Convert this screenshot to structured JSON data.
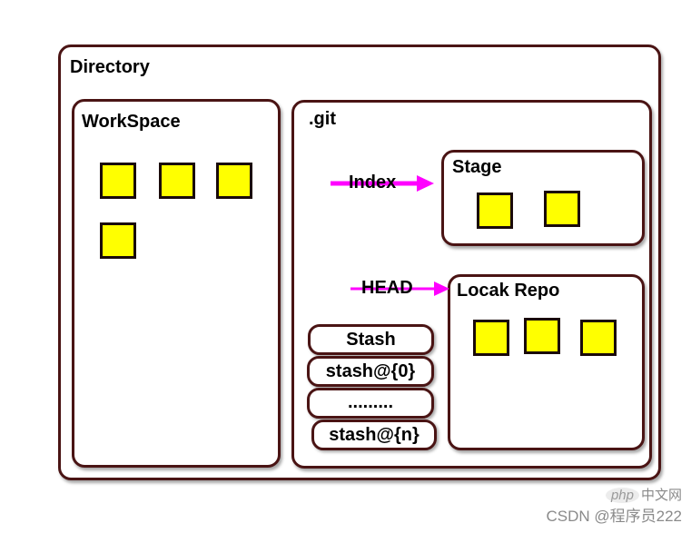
{
  "directory": {
    "label": "Directory"
  },
  "workspace": {
    "label": "WorkSpace"
  },
  "git": {
    "label": ".git"
  },
  "stage": {
    "label": "Stage"
  },
  "repo": {
    "label": "Locak Repo"
  },
  "pointers": {
    "index": "Index",
    "head": "HEAD"
  },
  "stash": {
    "items": [
      "Stash",
      "stash@{0}",
      ".........",
      "stash@{n}"
    ]
  },
  "watermark": {
    "logo": "php",
    "text": "中文网",
    "author": "CSDN @程序员222"
  },
  "colors": {
    "border": "#4a1414",
    "file": "#ffff00",
    "arrow": "#ff00ff"
  }
}
